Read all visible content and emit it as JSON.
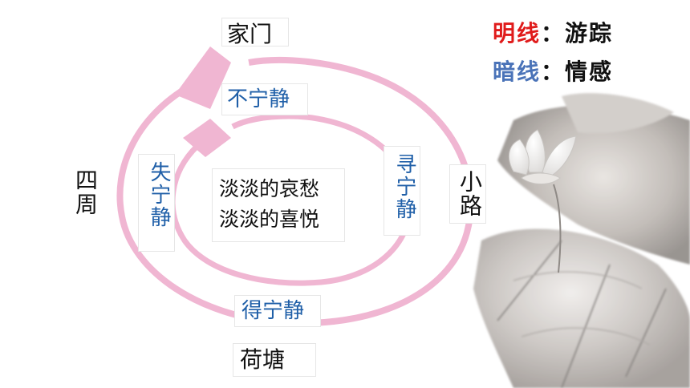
{
  "nodes": {
    "top": "家门",
    "left": "四周",
    "right": "小路",
    "bottom": "荷塘"
  },
  "stages": {
    "top": "不宁静",
    "left": "失宁静",
    "right": "寻宁静",
    "bottom": "得宁静"
  },
  "center": {
    "line1": "淡淡的哀愁",
    "line2": "淡淡的喜悦"
  },
  "legend": {
    "ming_key": "明线",
    "ming_value": "游踪",
    "an_key": "暗线",
    "an_value": "情感",
    "separator": "："
  },
  "colors": {
    "ring": "#f0b6d2",
    "stage_text": "#1f5fa8",
    "ming": "#e01b1b",
    "an": "#4a73b8"
  }
}
